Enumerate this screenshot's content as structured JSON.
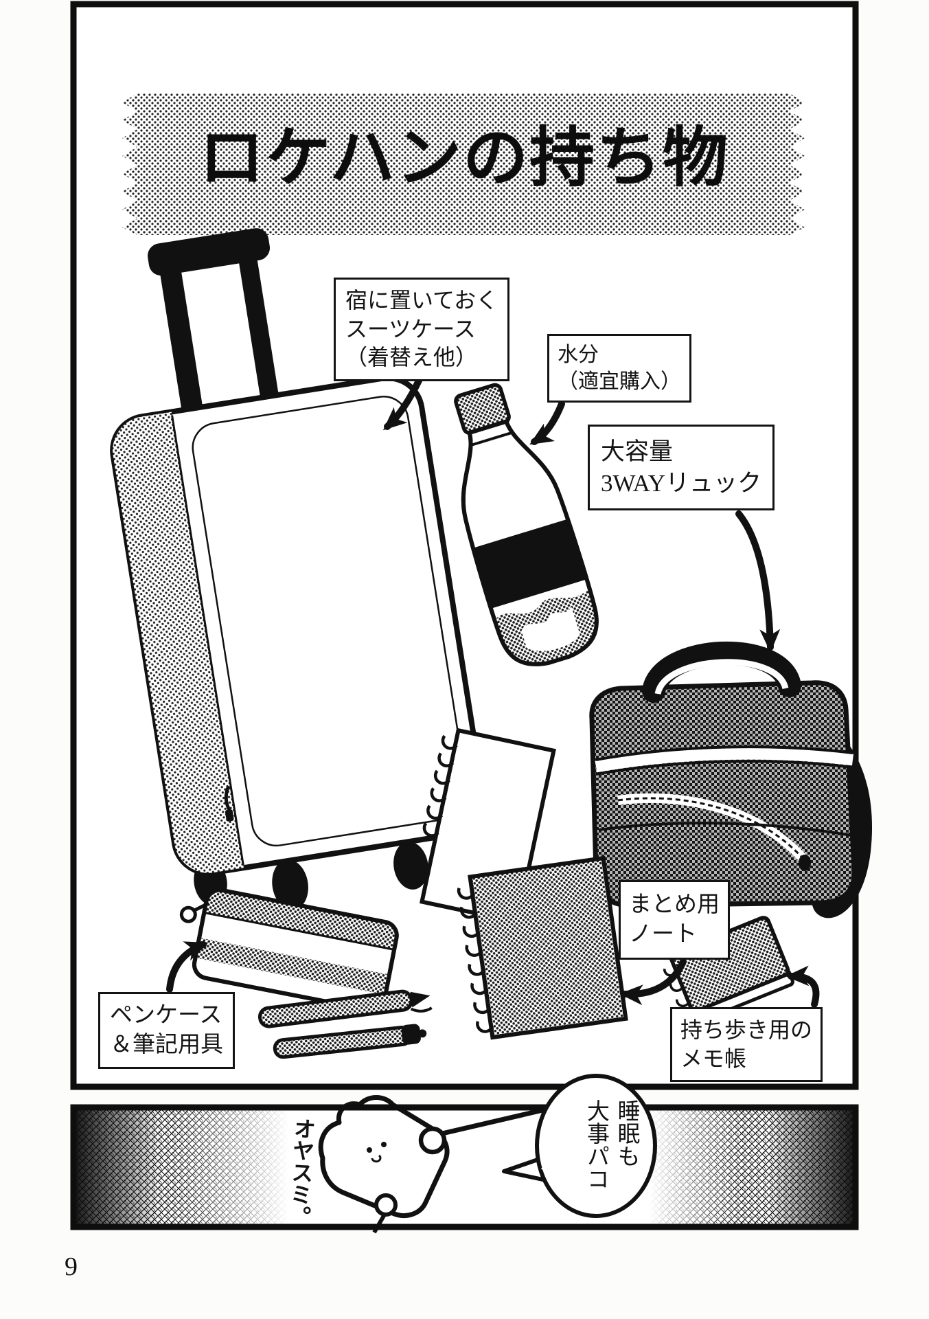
{
  "page": {
    "number": "9"
  },
  "banner": {
    "title": "ロケハンの持ち物"
  },
  "annotations": {
    "suitcase": {
      "label": "宿に置いておく\nスーツケース\n（着替え他）"
    },
    "water": {
      "label": "水分\n（適宜購入）"
    },
    "backpack": {
      "label": "大容量\n3WAYリュック"
    },
    "summary_notebook": {
      "label": "まとめ用\nノート"
    },
    "pen_case": {
      "label": "ペンケース\n＆筆記用具"
    },
    "memo_pad": {
      "label": "持ち歩き用の\nメモ帳"
    }
  },
  "bottom_panel": {
    "handwritten_text": "オヤスミ。",
    "speech_bubble_text": "睡眠も\n大事パコ"
  },
  "colors": {
    "ink": "#111111",
    "paper": "#ffffff"
  }
}
